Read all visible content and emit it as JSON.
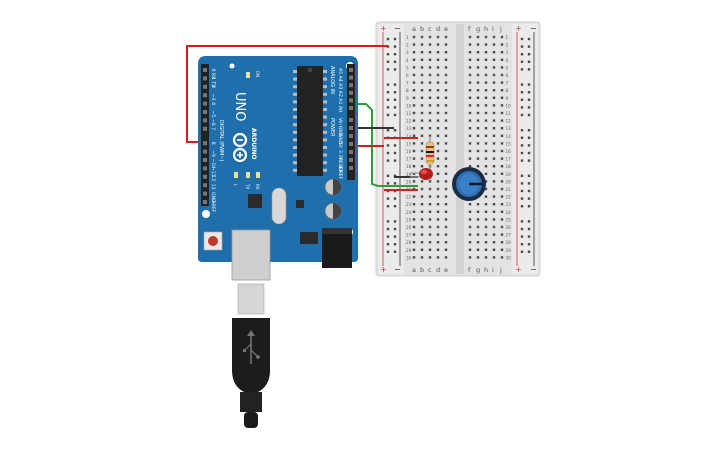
{
  "arduino": {
    "board_name": "UNO",
    "brand": "ARDUINO",
    "digital_header_label": "DIGITAL (PWM~)",
    "analog_header_label": "ANALOG IN",
    "power_header_label": "POWER",
    "led_label": "ON",
    "tx_label": "TX",
    "rx_label": "RX",
    "l_label": "L",
    "digital_pins": [
      "0 RX",
      "1 TX",
      "2",
      "~3",
      "4",
      "~5",
      "~6",
      "7",
      "8",
      "~9",
      "~10",
      "~11",
      "12",
      "13",
      "GND",
      "AREF"
    ],
    "analog_pins": [
      "A5",
      "A4",
      "A3",
      "A2",
      "A1",
      "A0"
    ],
    "power_pins": [
      "Vin",
      "GND",
      "GND",
      "5V",
      "3.3V",
      "RESET",
      "IOREF"
    ]
  },
  "breadboard": {
    "col_letters_left": [
      "a",
      "b",
      "c",
      "d",
      "e"
    ],
    "col_letters_right": [
      "f",
      "g",
      "h",
      "i",
      "j"
    ],
    "rail_plus": "+",
    "rail_minus": "−",
    "row_numbers": [
      "1",
      "2",
      "3",
      "4",
      "5",
      "6",
      "7",
      "8",
      "9",
      "10",
      "11",
      "12",
      "13",
      "14",
      "15",
      "16",
      "17",
      "18",
      "19",
      "20",
      "21",
      "22",
      "23",
      "24",
      "25",
      "26",
      "27",
      "28",
      "29",
      "30"
    ]
  },
  "colors": {
    "board_blue": "#1f6fad",
    "wire_red": "#cc2222",
    "wire_green": "#2e9e3a",
    "wire_black": "#333333",
    "breadboard": "#e6e6e6",
    "led_red": "#c0221e",
    "pot_blue": "#2f6fb3"
  }
}
